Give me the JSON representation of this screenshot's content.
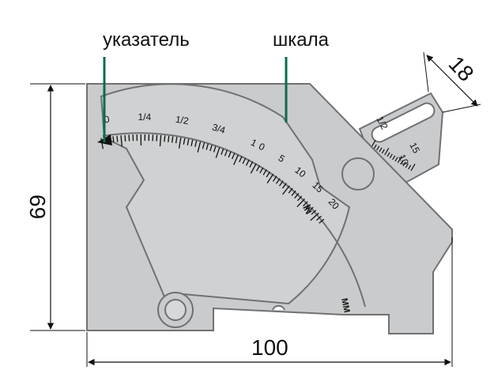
{
  "callouts": {
    "pointer": "указатель",
    "scale": "шкала"
  },
  "dimensions": {
    "width": "100",
    "height": "69",
    "slot": "18"
  },
  "gauge_scale": {
    "inch_labels": [
      "0",
      "1/4",
      "1/2",
      "3/4",
      "1"
    ],
    "mm_labels": [
      "0",
      "5",
      "10",
      "15",
      "20"
    ],
    "inch_unit": "IN",
    "mm_unit": "MM"
  },
  "slot_scale": {
    "fraction_label": "1/2",
    "mm_labels": [
      "10",
      "15"
    ]
  },
  "colors": {
    "body": "#c9cbcc",
    "outline": "#6f7173",
    "callout_line": "#0b6b4e",
    "ink": "#111111"
  }
}
